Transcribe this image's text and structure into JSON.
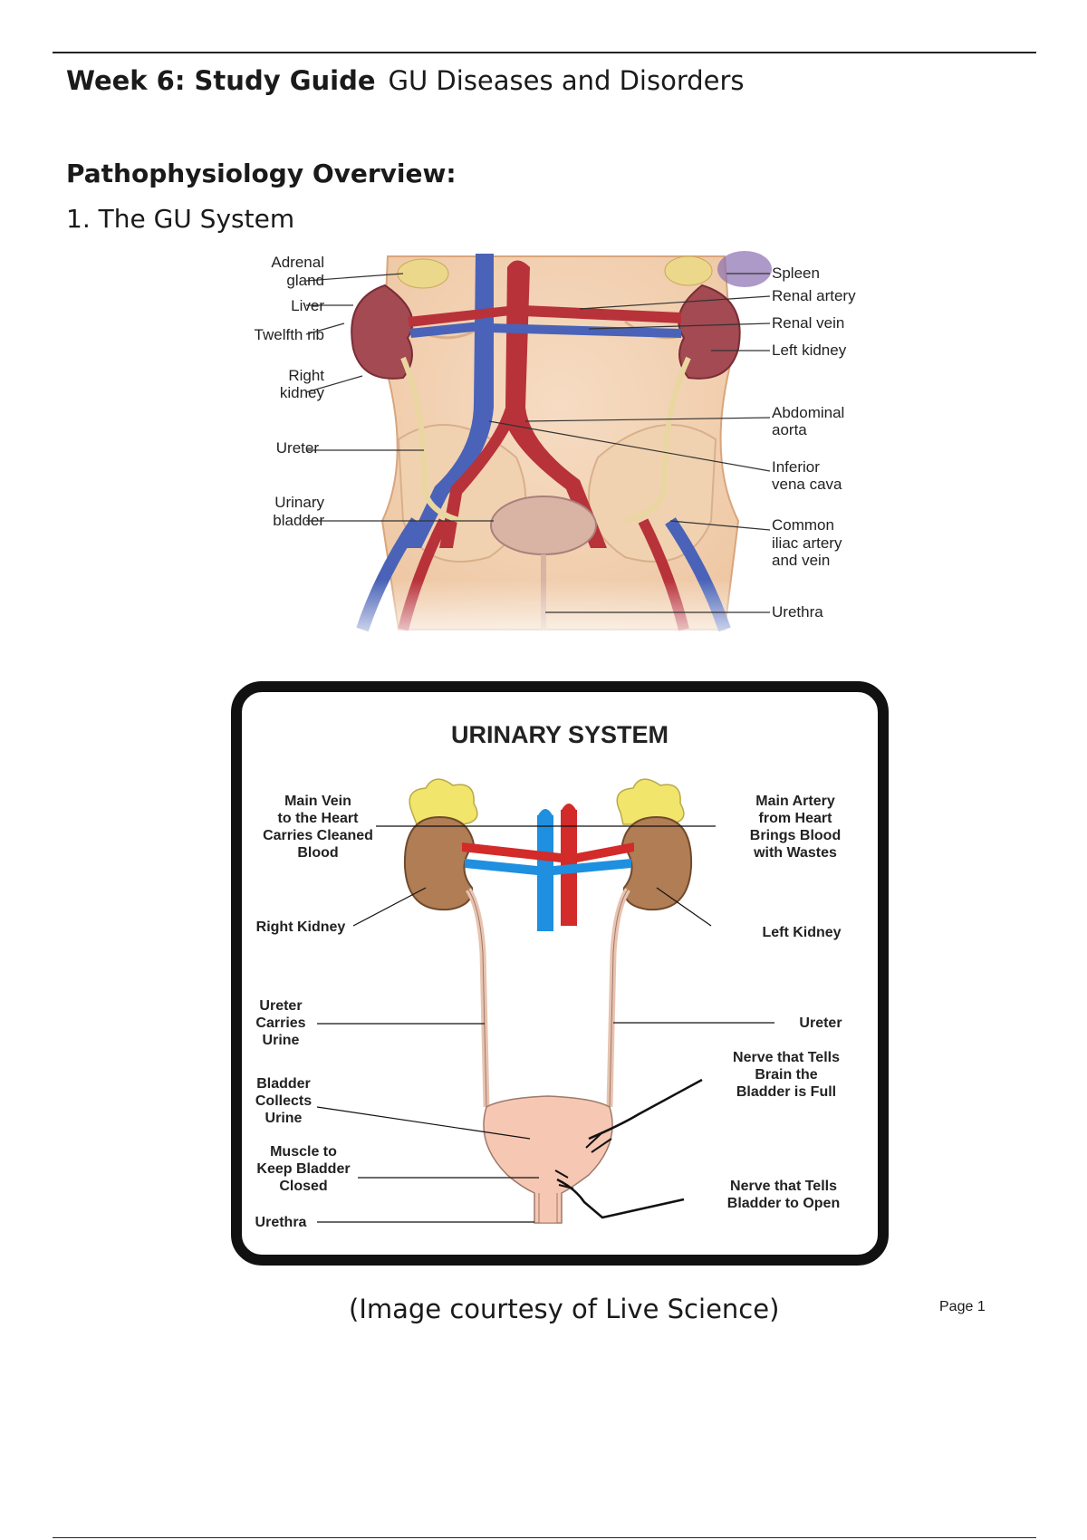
{
  "header": {
    "title_bold": "Week 6: Study Guide",
    "title_rest": "GU Diseases and Disorders"
  },
  "section": {
    "title": "Pathophysiology Overview:",
    "item_1": "1. The GU System"
  },
  "figure1": {
    "labels_left": {
      "adrenal_1": "Adrenal",
      "adrenal_2": "gland",
      "liver": "Liver",
      "twelfth_rib": "Twelfth rib",
      "right_kidney_1": "Right",
      "right_kidney_2": "kidney",
      "ureter": "Ureter",
      "urinary_bladder_1": "Urinary",
      "urinary_bladder_2": "bladder"
    },
    "labels_right": {
      "spleen": "Spleen",
      "renal_artery": "Renal artery",
      "renal_vein": "Renal vein",
      "left_kidney": "Left kidney",
      "abdominal_aorta_1": "Abdominal",
      "abdominal_aorta_2": "aorta",
      "ivc_1": "Inferior",
      "ivc_2": "vena cava",
      "iliac_1": "Common",
      "iliac_2": "iliac artery",
      "iliac_3": "and vein",
      "urethra": "Urethra"
    }
  },
  "figure2": {
    "title": "URINARY SYSTEM",
    "main_vein": [
      "Main Vein",
      "to the Heart",
      "Carries Cleaned",
      "Blood"
    ],
    "main_artery": [
      "Main Artery",
      "from Heart",
      "Brings Blood",
      "with Wastes"
    ],
    "right_kidney": "Right Kidney",
    "left_kidney": "Left Kidney",
    "ureter_left": [
      "Ureter",
      "Carries",
      "Urine"
    ],
    "ureter_right": "Ureter",
    "nerve_full": [
      "Nerve that Tells",
      "Brain the",
      "Bladder is Full"
    ],
    "bladder": [
      "Bladder",
      "Collects",
      "Urine"
    ],
    "muscle": [
      "Muscle to",
      "Keep Bladder",
      "Closed"
    ],
    "urethra": "Urethra",
    "nerve_open": [
      "Nerve that Tells",
      "Bladder to Open"
    ]
  },
  "caption": "(Image courtesy of Live Science)",
  "page": "Page 1",
  "colors": {
    "artery": "#d32a2a",
    "vein": "#1f8fe0",
    "kidney": "#b07d54",
    "adrenal": "#f2e56b",
    "bladder": "#f6c7b3"
  }
}
